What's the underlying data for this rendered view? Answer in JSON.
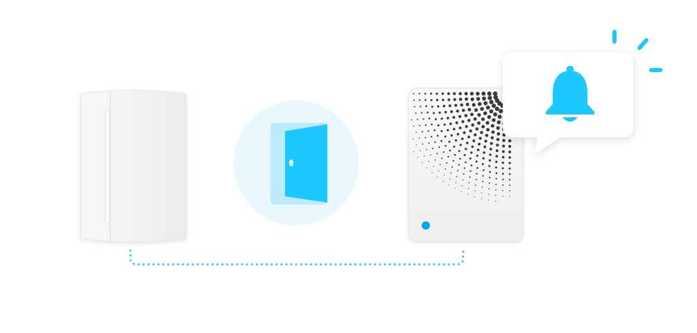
{
  "scene": {
    "devices": [
      {
        "id": "door-sensor",
        "icon": "contact-sensor-icon"
      },
      {
        "id": "door-open-indicator",
        "icon": "open-door-icon"
      },
      {
        "id": "chime-speaker",
        "icon": "speaker-icon"
      },
      {
        "id": "alert-bubble",
        "icon": "bell-icon"
      }
    ],
    "connection": {
      "style": "dotted",
      "icon": "wireless-link"
    }
  },
  "colors": {
    "accent": "#1cc8ff",
    "accent_dark": "#00b3ee",
    "accent_light": "#c8ecff",
    "circle_bg": "#e9f7fe",
    "device_white": "#f4f4f4",
    "device_edge": "#e3e3e3",
    "speaker_dots": "#3a3a3a",
    "led": "#0aa6e6"
  }
}
